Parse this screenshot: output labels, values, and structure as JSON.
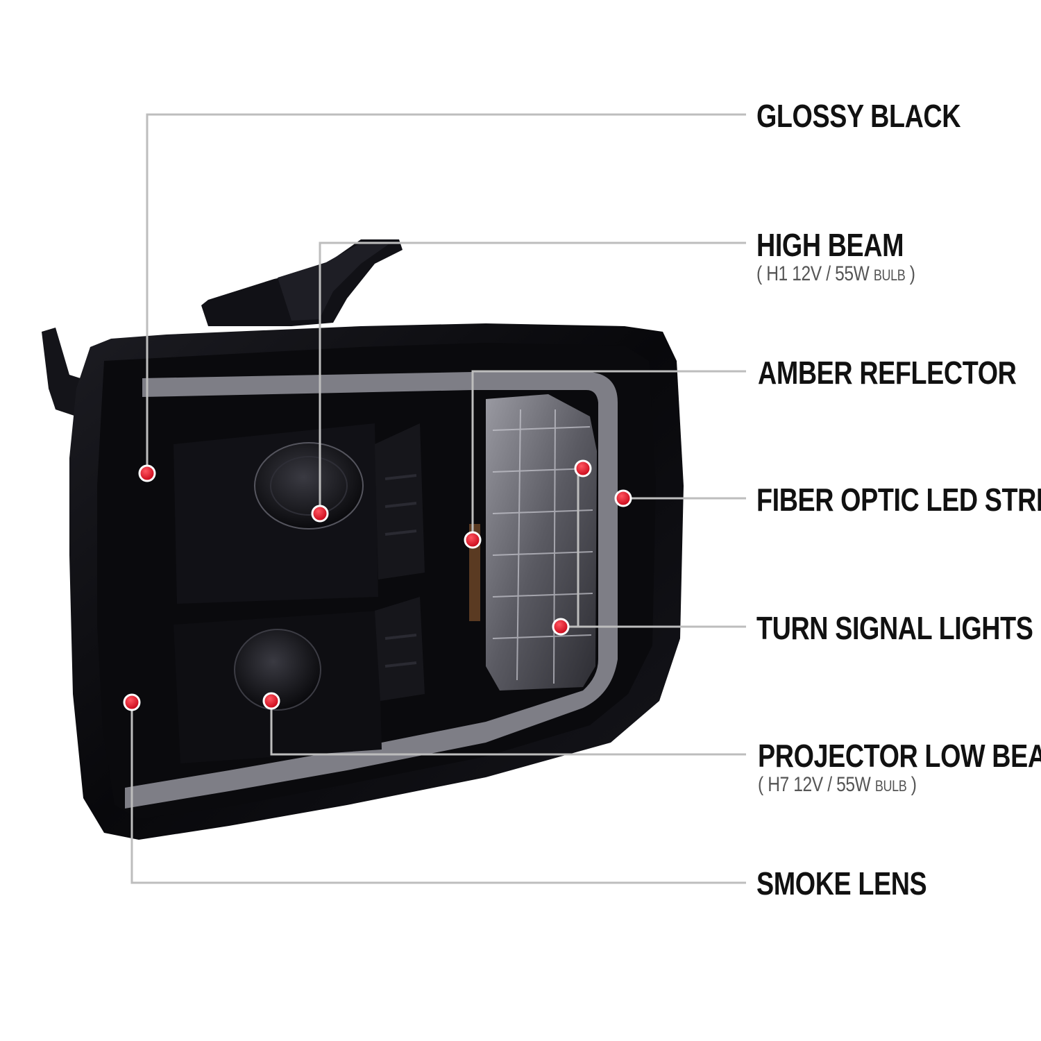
{
  "colors": {
    "leader_line": "#bdbdbd",
    "dot": "#e3001b",
    "dot_ring": "#ffffff",
    "housing": "#0d0d10",
    "strip": "#8a8a90"
  },
  "callouts": [
    {
      "id": "glossy-black",
      "title": "GLOSSY BLACK"
    },
    {
      "id": "high-beam",
      "title": "HIGH BEAM",
      "sub_open": "( H1  12V / 55W",
      "sub_small": "BULB",
      "sub_close": ")"
    },
    {
      "id": "amber-reflector",
      "title": "AMBER REFLECTOR"
    },
    {
      "id": "fiber-optic",
      "title": "FIBER OPTIC LED STRIP"
    },
    {
      "id": "turn-signal",
      "title": "TURN SIGNAL LIGHTS"
    },
    {
      "id": "projector-low-beam",
      "title": "PROJECTOR LOW BEAM",
      "sub_open": "( H7  12V / 55W",
      "sub_small": "BULB",
      "sub_close": ")"
    },
    {
      "id": "smoke-lens",
      "title": "SMOKE LENS"
    }
  ]
}
